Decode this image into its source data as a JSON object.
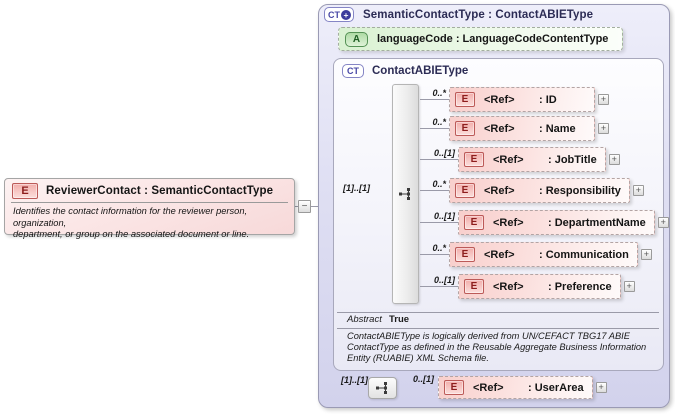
{
  "icons": {
    "element": "E",
    "attribute": "A",
    "complex_type": "CT",
    "expand": "+",
    "collapse": "−",
    "plus_badge": "+"
  },
  "colors": {
    "element_pink": "#f8cfcc",
    "element_border_red": "#bc5a58",
    "attribute_green": "#d9f1d1",
    "type_purple": "#4747a5",
    "box_lavender": "#dfdff3",
    "connector_gray": "#9a9aa8"
  },
  "reviewer": {
    "title": "ReviewerContact : SemanticContactType",
    "description": "Identifies the contact information for the reviewer person, organization,\ndepartment, or group on the associated document or line."
  },
  "semantic": {
    "title": "SemanticContactType : ContactABIEType",
    "attribute": {
      "label": "languageCode : LanguageCodeContentType"
    },
    "contact_panel": {
      "title": "ContactABIEType",
      "group_cardinality": "[1]..[1]",
      "elements": [
        {
          "cardinality": "0..*",
          "ref": "<Ref>",
          "name": ": ID",
          "optional": false
        },
        {
          "cardinality": "0..*",
          "ref": "<Ref>",
          "name": ": Name",
          "optional": false
        },
        {
          "cardinality": "0..[1]",
          "ref": "<Ref>",
          "name": ": JobTitle",
          "optional": true
        },
        {
          "cardinality": "0..*",
          "ref": "<Ref>",
          "name": ": Responsibility",
          "optional": false
        },
        {
          "cardinality": "0..[1]",
          "ref": "<Ref>",
          "name": ": DepartmentName",
          "optional": true
        },
        {
          "cardinality": "0..*",
          "ref": "<Ref>",
          "name": ": Communication",
          "optional": false
        },
        {
          "cardinality": "0..[1]",
          "ref": "<Ref>",
          "name": ": Preference",
          "optional": true
        }
      ],
      "abstract_label": "Abstract",
      "abstract_value": "True",
      "annotation": "ContactABIEType is logically derived from UN/CEFACT TBG17 ABIE\nContactType as defined in the Reusable Aggregate Business Information\nEntity (RUABIE) XML Schema file."
    },
    "user_area": {
      "group_cardinality": "[1]..[1]",
      "cardinality": "0..[1]",
      "ref": "<Ref>",
      "name": ": UserArea"
    }
  }
}
